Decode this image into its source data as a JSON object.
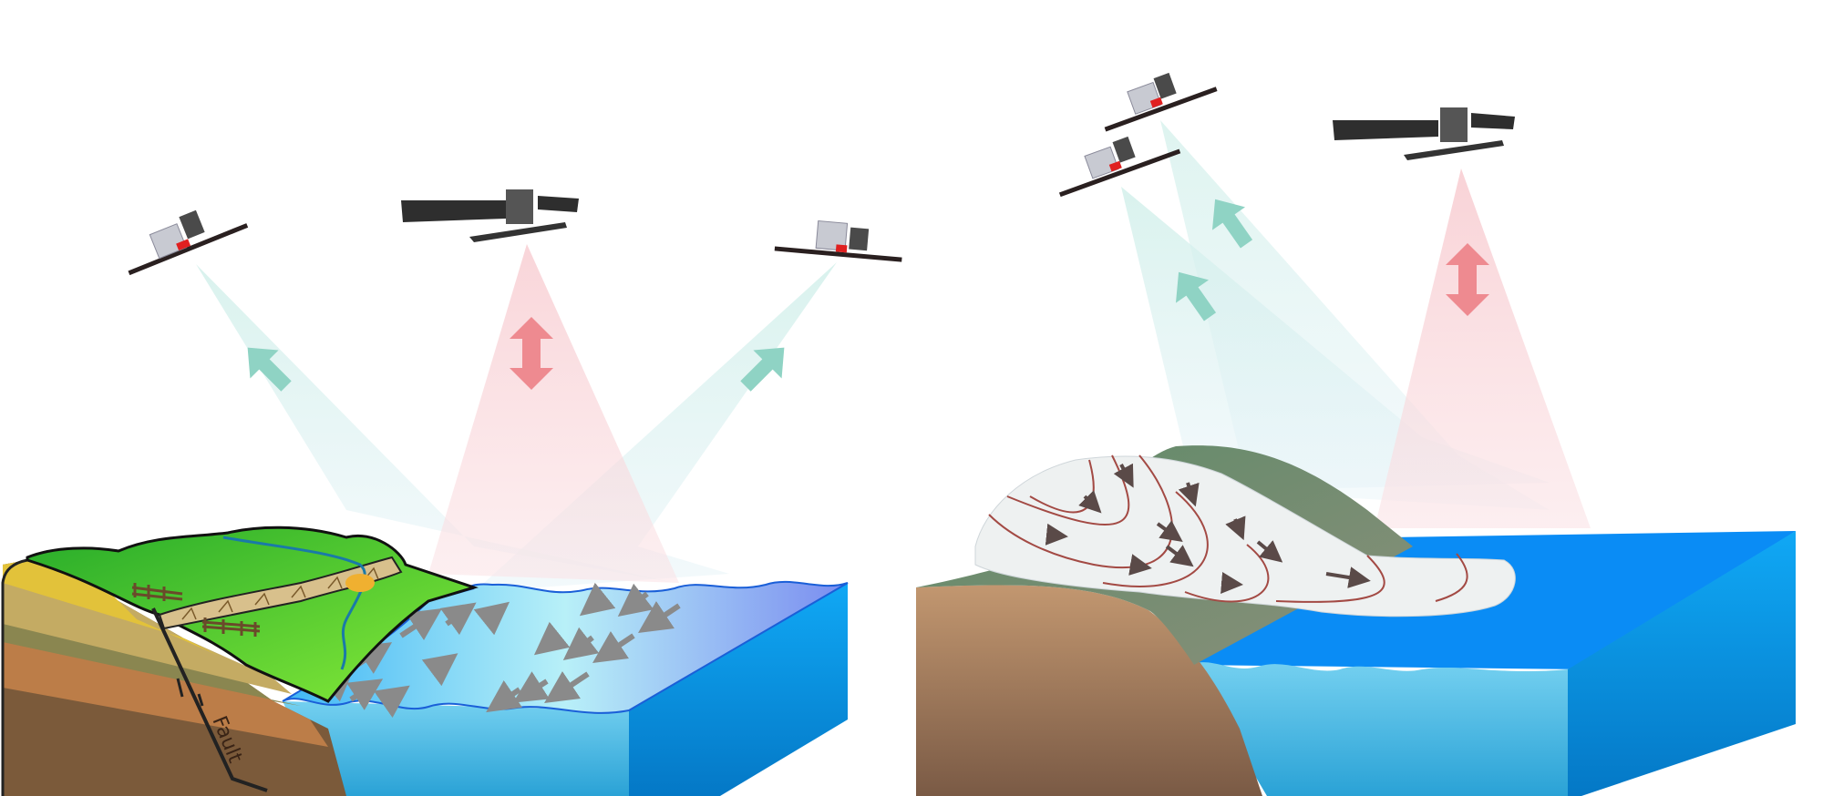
{
  "figure": {
    "panels": [
      {
        "id": "left",
        "subject": "fault and landslide over coastal block diagram",
        "satellites": [
          {
            "type": "small-satellite",
            "beam": "ascending-los",
            "beam_color": "#cfeee9"
          },
          {
            "type": "large-satellite",
            "beam": "vertical",
            "beam_color": "#f6c6cb"
          },
          {
            "type": "small-satellite",
            "beam": "descending-los",
            "beam_color": "#cfeee9"
          }
        ],
        "labels": {
          "fault": "Fault"
        },
        "arrows": {
          "los_arrow": "#8fd3c4",
          "vertical_arrow": "#ee8a90",
          "flow_arrow": "#8a8a8a"
        }
      },
      {
        "id": "right",
        "subject": "glacier flowing into ocean block diagram",
        "satellites": [
          {
            "type": "small-satellite",
            "beam": "los-1",
            "beam_color": "#cfeee9"
          },
          {
            "type": "small-satellite",
            "beam": "los-2",
            "beam_color": "#cfeee9"
          },
          {
            "type": "large-satellite",
            "beam": "vertical",
            "beam_color": "#f6c6cb"
          }
        ],
        "arrows": {
          "los_arrow": "#8fd3c4",
          "vertical_arrow": "#ee8a90",
          "flow_arrow": "#5a4a48",
          "flowline": "#a34a44"
        }
      }
    ],
    "colors": {
      "grass": "#2fb52f",
      "grass_light": "#7ee83a",
      "sand": "#e2c23a",
      "strata_1": "#c4ab63",
      "strata_2": "#8a8650",
      "strata_3": "#bc7d48",
      "strata_4": "#7b5a3a",
      "water_top": "#5cc8f2",
      "water_front": "#68cbee",
      "water_side": "#0aa0f0",
      "ocean_top": "#0a8cf5",
      "glacier": "#eef1f1",
      "hill_green": "#6a8a6e",
      "soil": "#b08662"
    }
  }
}
